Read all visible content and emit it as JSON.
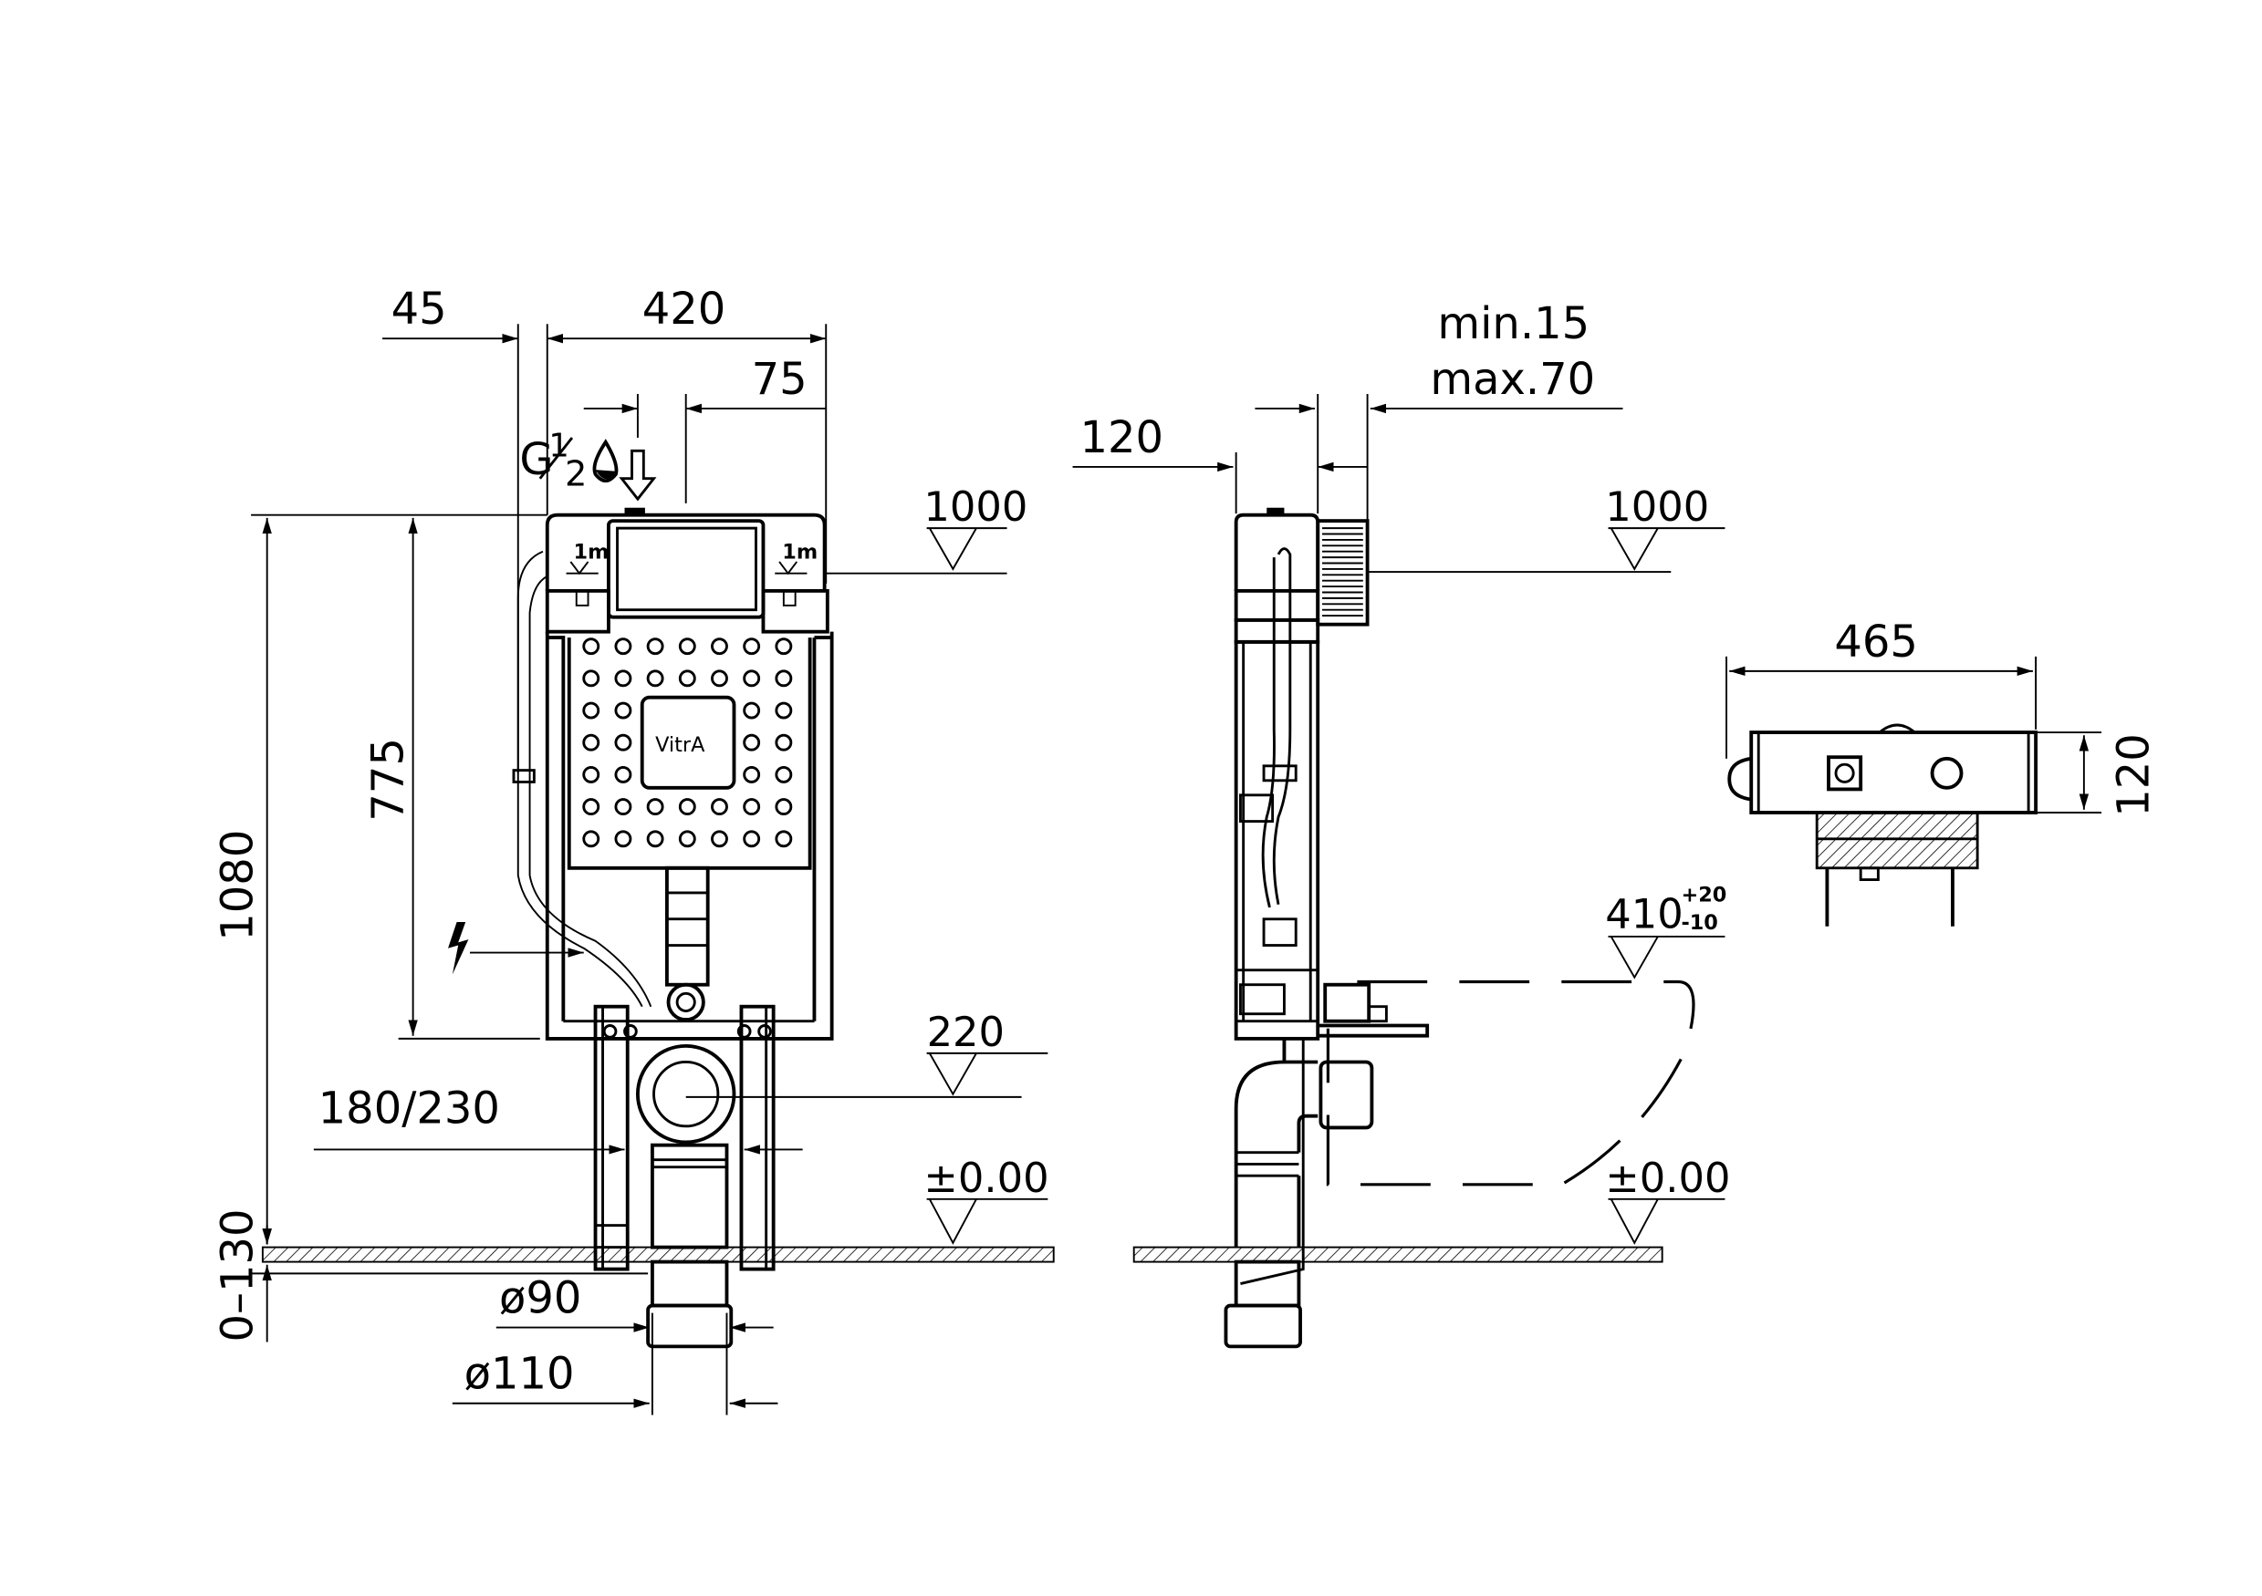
{
  "front_view": {
    "dim_side_offset": "45",
    "dim_width": "420",
    "dim_inlet_offset": "75",
    "inlet_thread": {
      "letter": "G",
      "num": "1",
      "den": "2"
    },
    "level_top": "1000",
    "dim_frame_height": "775",
    "dim_total_height": "1080",
    "dim_floor_adjust": "0–130",
    "dim_leg_spacing": "180/230",
    "level_outlet": "220",
    "level_floor": "±0.00",
    "dim_pipe_inner": "ø90",
    "dim_pipe_outer": "ø110",
    "brand_logo": "VitrA",
    "level_mark": "1m"
  },
  "side_view": {
    "dim_depth": "120",
    "dim_wall_min": "min.15",
    "dim_wall_max": "max.70",
    "level_top": "1000",
    "level_bowl": "410",
    "tolerance_plus": "+20",
    "tolerance_minus": "-10",
    "level_floor": "±0.00"
  },
  "top_view": {
    "dim_width": "465",
    "dim_depth": "120"
  }
}
